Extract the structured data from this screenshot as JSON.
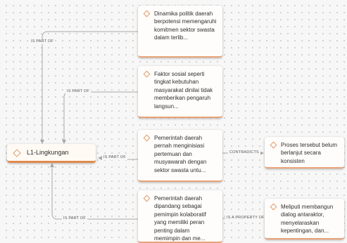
{
  "colors": {
    "accent": "#e08a4c",
    "node_border": "#e8a277",
    "edge": "#a9a9a9",
    "canvas": "#f7f7f7"
  },
  "nodes": {
    "root": {
      "label": "L1-Lingkungan",
      "icon": "diamond-icon"
    },
    "n1": {
      "text": "Dinamika politik daerah berpotensi memengaruhi komitmen sektor swasta dalam terlib...",
      "icon": "diamond-icon"
    },
    "n2": {
      "text": "Faktor sosial seperti tingkat kebutuhan masyarakat dinilai tidak memberikan pengaruh langsun...",
      "icon": "diamond-icon"
    },
    "n3": {
      "text": "Pemerintah daerah pernah menginisiasi pertemuan dan musyawarah dengan sektor swasta untu...",
      "icon": "diamond-icon"
    },
    "n4": {
      "text": "Pemerintah daerah dipandang sebagai pemimpin kolaboratif yang memiliki peran penting dalam memimpin dan me...",
      "icon": "diamond-icon"
    },
    "n5": {
      "text": "Proses tersebut belum berlanjut secara konsisten",
      "icon": "diamond-icon"
    },
    "n6": {
      "text": "Meliputi membangun dialog antaraktor, menyelaraskan kepentingan, dan...",
      "icon": "diamond-icon"
    }
  },
  "edges": {
    "e1": "IS PART OF",
    "e2": "IS PART OF",
    "e3": "IS PART OF",
    "e4": "IS PART OF",
    "e5": "CONTRADICTS",
    "e6": "IS A PROPERTY OF"
  }
}
